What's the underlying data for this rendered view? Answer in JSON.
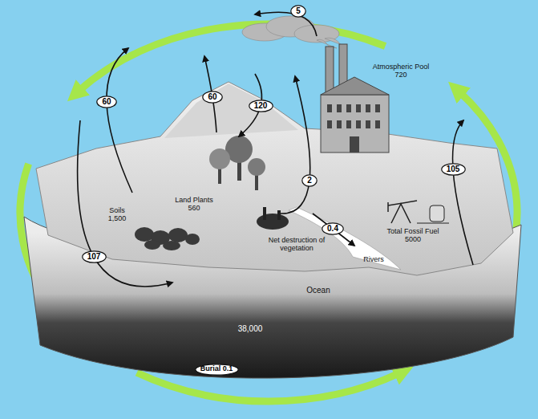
{
  "diagram": {
    "nodes": [
      {
        "text": [
          "5"
        ]
      },
      {
        "text": [
          "60"
        ]
      },
      {
        "text": [
          "60"
        ]
      },
      {
        "text": [
          "120"
        ]
      },
      {
        "text": [
          "105"
        ]
      },
      {
        "text": [
          "2"
        ]
      },
      {
        "text": [
          "0.4"
        ]
      },
      {
        "text": [
          "107"
        ]
      },
      {
        "text": [
          "Burial 0.1"
        ]
      }
    ],
    "labels": [
      "Atmospheric Pool 720",
      "Land Plants 560",
      "Soils 1,500",
      "Total Fossil Fuel 5000",
      "Net destruction of vegetation",
      "Rivers",
      "Ocean",
      "38,000"
    ]
  }
}
